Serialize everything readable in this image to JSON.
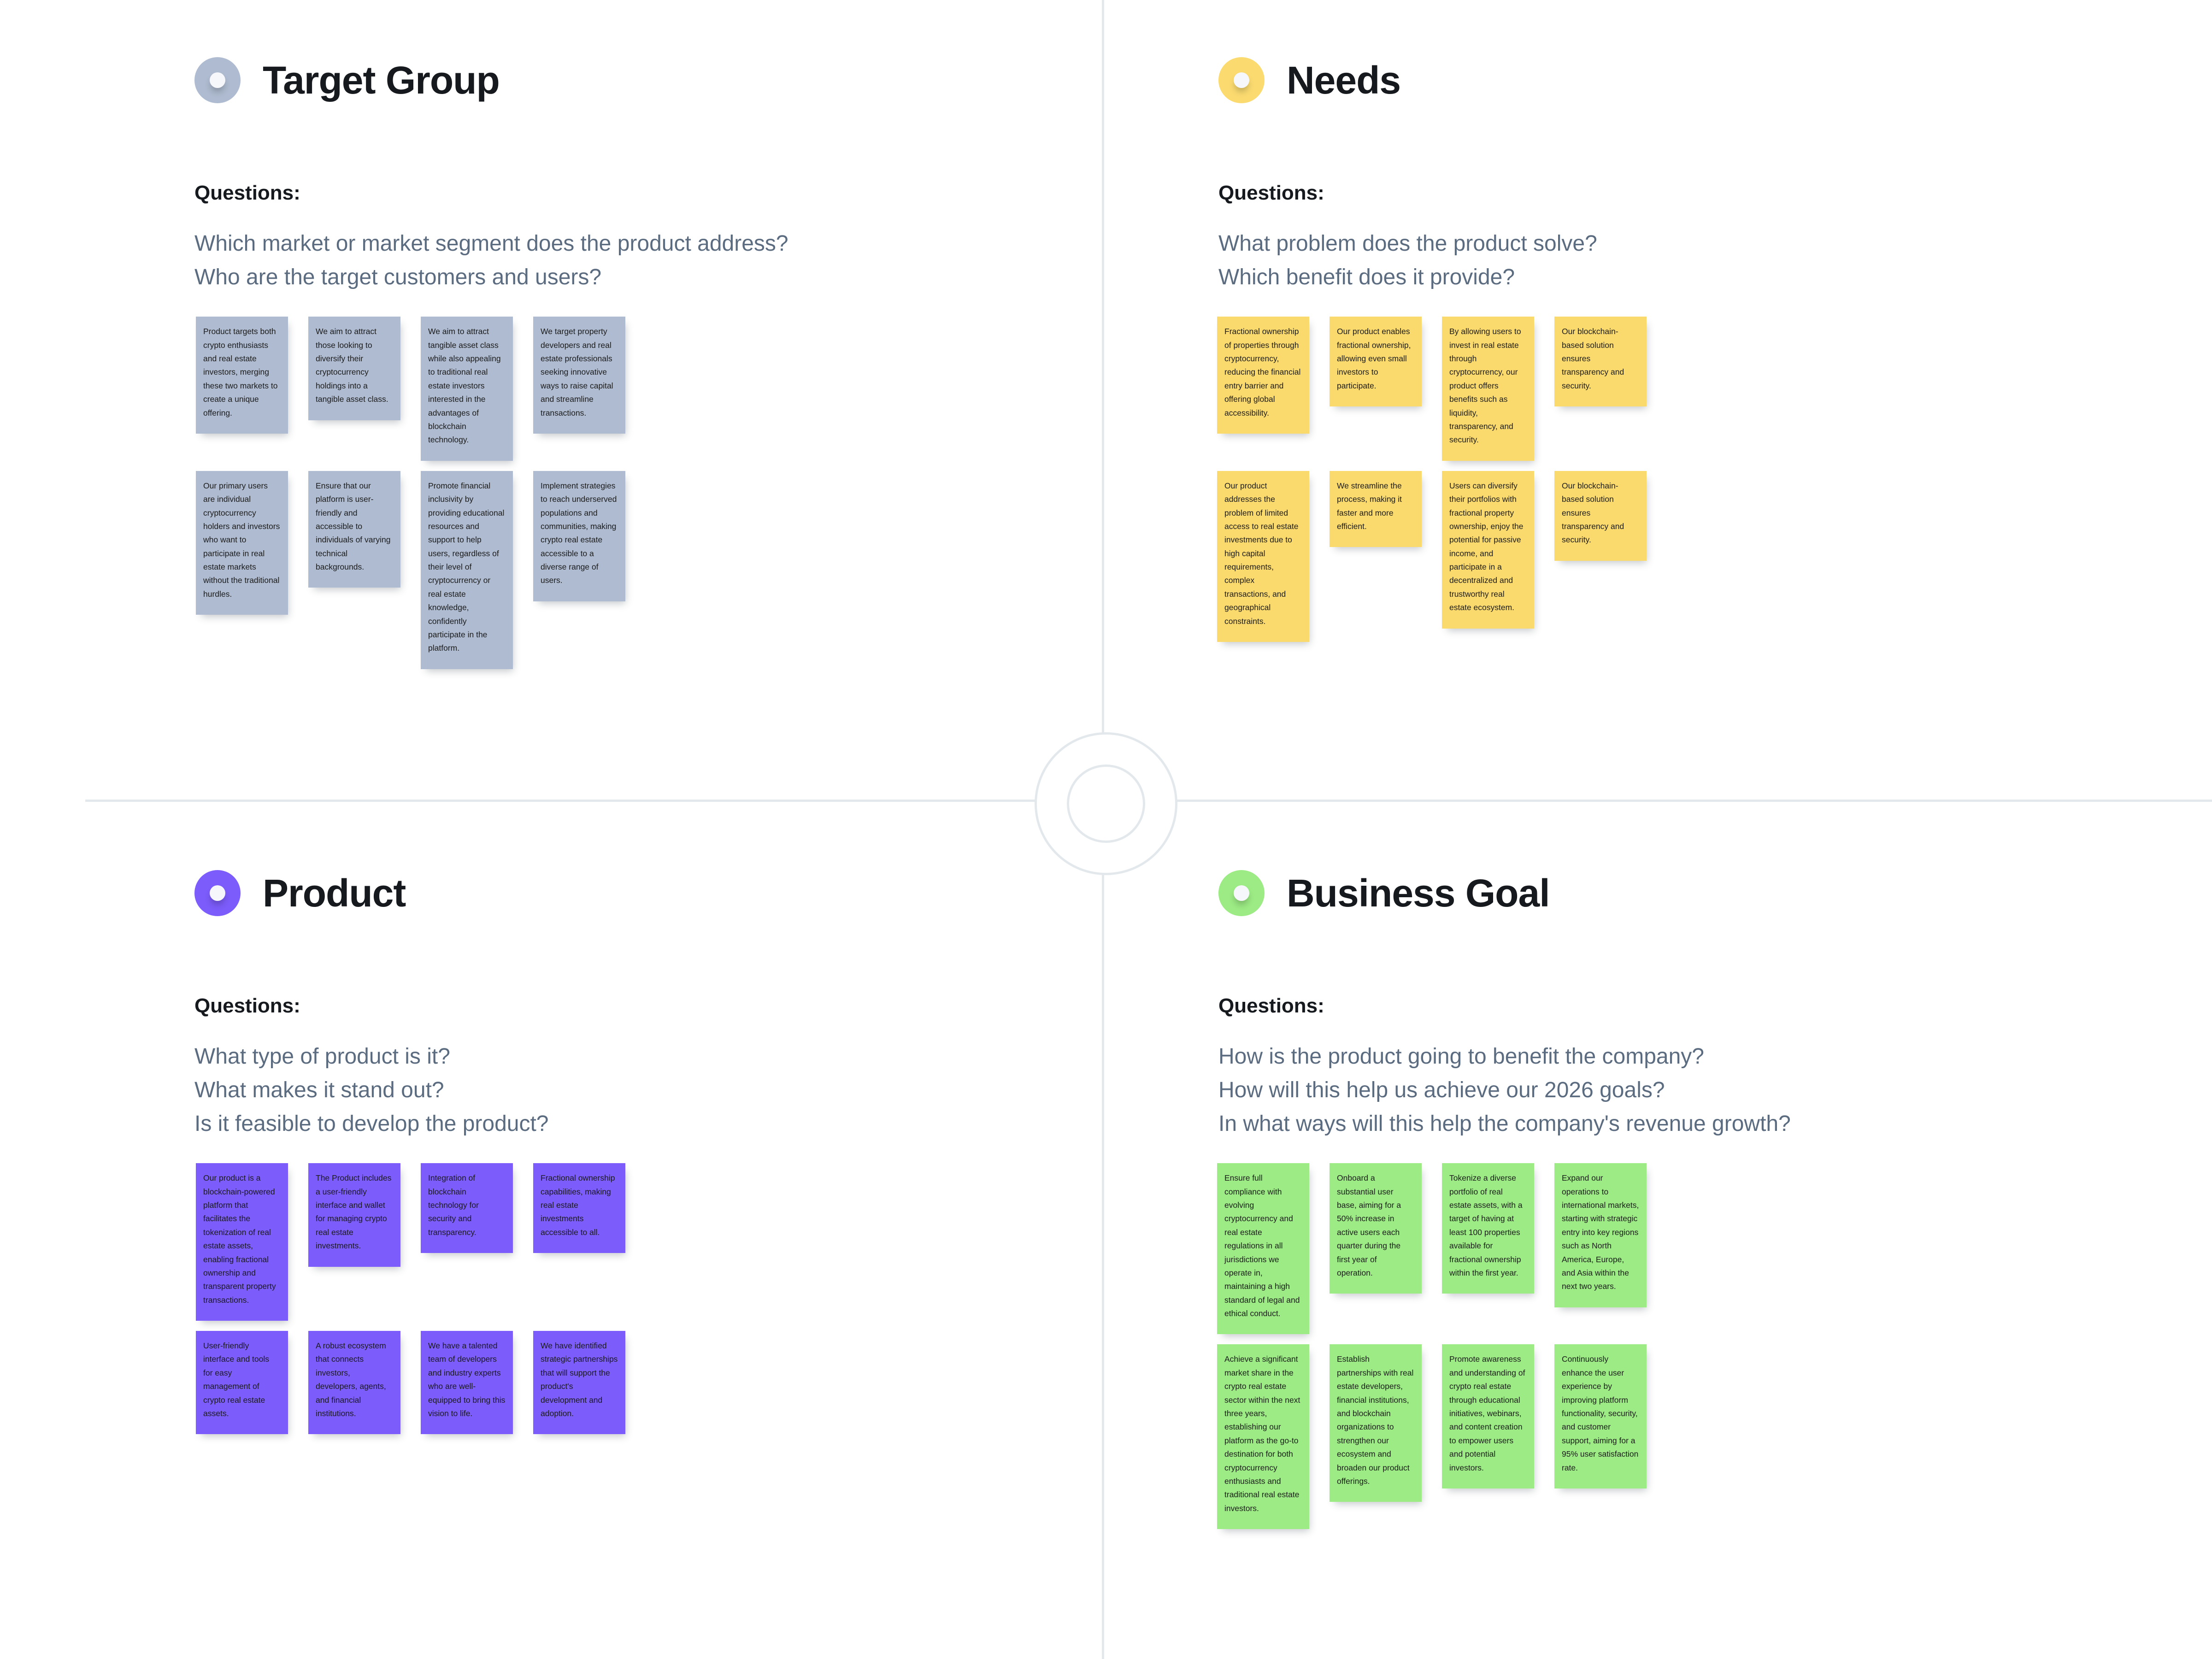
{
  "board": {
    "questions_label": "Questions:",
    "center_icon": "target-crosshair-icon"
  },
  "quadrants": [
    {
      "id": "target-group",
      "title": "Target Group",
      "accent": "#AEBBD0",
      "icon": "circle-dot-icon",
      "questions": [
        "Which market or market segment does the product address?",
        "Who are the target customers and users?"
      ],
      "notes_row1": [
        "Product targets both crypto enthusiasts and real estate investors, merging these two markets to create a unique offering.",
        "We aim to attract those looking to diversify their cryptocurrency holdings into a tangible asset class.",
        "We aim to attract tangible asset class while also appealing to traditional real estate investors interested in the advantages of blockchain technology.",
        "We target property developers and real estate professionals seeking innovative ways to raise capital and streamline transactions."
      ],
      "notes_row2": [
        "Our primary users are individual cryptocurrency holders and investors who want to participate in real estate markets without the traditional hurdles.",
        "Ensure that our platform is user-friendly and accessible to individuals of varying technical backgrounds.",
        "Promote financial inclusivity by providing educational resources and support to help users, regardless of their level of cryptocurrency or real estate knowledge, confidently participate in the platform.",
        "Implement strategies to reach underserved populations and communities, making crypto real estate accessible to a diverse range of users."
      ]
    },
    {
      "id": "needs",
      "title": "Needs",
      "accent": "#FBDB70",
      "icon": "circle-dot-icon",
      "questions": [
        "What problem does the product solve?",
        "Which benefit does it provide?"
      ],
      "notes_row1": [
        "Fractional ownership of properties through cryptocurrency, reducing the financial entry barrier and offering global accessibility.",
        "Our product enables fractional ownership, allowing even small investors to participate.",
        "By allowing users to invest in real estate through cryptocurrency, our product offers benefits such as liquidity, transparency, and security.",
        "Our blockchain-based solution ensures transparency and security."
      ],
      "notes_row2": [
        "Our product addresses the problem of limited access to real estate investments due to high capital requirements, complex transactions, and geographical constraints.",
        "We streamline the process, making it faster and more efficient.",
        "Users can diversify their portfolios with fractional property ownership, enjoy the potential for passive income, and participate in a decentralized and trustworthy real estate ecosystem.",
        "Our blockchain-based solution ensures transparency and security."
      ]
    },
    {
      "id": "product",
      "title": "Product",
      "accent": "#7C5CFA",
      "icon": "circle-dot-icon",
      "questions": [
        "What type of product is it?",
        "What makes it stand out?",
        "Is it feasible to develop the product?"
      ],
      "notes_row1": [
        "Our product is a blockchain-powered platform that facilitates the tokenization of real estate assets, enabling fractional ownership and transparent property transactions.",
        "The Product includes a user-friendly interface and wallet for managing crypto real estate investments.",
        "Integration of blockchain technology for security and transparency.",
        "Fractional ownership capabilities, making real estate investments accessible to all."
      ],
      "notes_row2": [
        "User-friendly interface and tools for easy management of crypto real estate assets.",
        "A robust ecosystem that connects investors, developers, agents, and financial institutions.",
        "We have a talented team of developers and industry experts who are well-equipped to bring this vision to life.",
        "We have identified strategic partnerships that will support the product's development and adoption."
      ]
    },
    {
      "id": "business-goal",
      "title": "Business Goal",
      "accent": "#9CEB84",
      "icon": "circle-dot-icon",
      "questions": [
        "How is the product going to benefit the company?",
        "How will this help us achieve our 2026 goals?",
        "In what ways will this help the company's revenue growth?"
      ],
      "notes_row1": [
        "Ensure full compliance with evolving cryptocurrency and real estate regulations in all jurisdictions we operate in, maintaining a high standard of legal and ethical conduct.",
        "Onboard a substantial user base, aiming for a 50% increase in active users each quarter during the first year of operation.",
        "Tokenize a diverse portfolio of real estate assets, with a target of having at least 100 properties available for fractional ownership within the first year.",
        "Expand our operations to international markets, starting with strategic entry into key regions such as North America, Europe, and Asia within the next two years."
      ],
      "notes_row2": [
        "Achieve a significant market share in the crypto real estate sector within the next three years, establishing our platform as the go-to destination for both cryptocurrency enthusiasts and traditional real estate investors.",
        "Establish partnerships with real estate developers, financial institutions, and blockchain organizations to strengthen our ecosystem and broaden our product offerings.",
        "Promote awareness and understanding of crypto real estate through educational initiatives, webinars, and content creation to empower users and potential investors.",
        "Continuously enhance the user experience by improving platform functionality, security, and customer support, aiming for a 95% user satisfaction rate."
      ]
    }
  ]
}
